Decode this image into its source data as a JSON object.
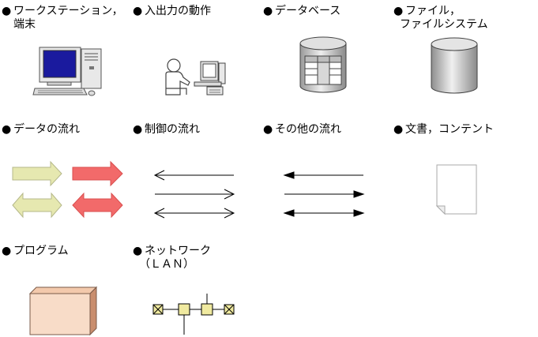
{
  "bullet": "●",
  "items": {
    "workstation": {
      "line1": "ワークステーション，",
      "line2": "端末",
      "icon": "workstation-icon"
    },
    "io_operation": {
      "line1": "入出力の動作",
      "icon": "person-at-computer-icon"
    },
    "database": {
      "line1": "データベース",
      "icon": "database-cylinder-icon"
    },
    "file": {
      "line1": "ファイル，",
      "line2": "ファイルシステム",
      "icon": "file-cylinder-icon"
    },
    "data_flow": {
      "line1": "データの流れ",
      "icon": "thick-arrows-icon"
    },
    "control_flow": {
      "line1": "制御の流れ",
      "icon": "open-arrows-icon"
    },
    "other_flow": {
      "line1": "その他の流れ",
      "icon": "filled-arrows-icon"
    },
    "document": {
      "line1": "文書，コンテント",
      "icon": "document-page-icon"
    },
    "program": {
      "line1": "プログラム",
      "icon": "program-box-icon"
    },
    "network": {
      "line1": "ネットワーク",
      "line2": "（ＬＡＮ）",
      "icon": "network-bus-icon"
    }
  },
  "colors": {
    "data_flow_light": "#e6e8b0",
    "data_flow_red": "#f26a6a",
    "program_fill": "#f8dcc8",
    "program_side": "#c98e6e",
    "cylinder_gray": "#cfcfcf",
    "network_node": "#f0eaa0",
    "monitor_screen": "#1a1a9e"
  }
}
